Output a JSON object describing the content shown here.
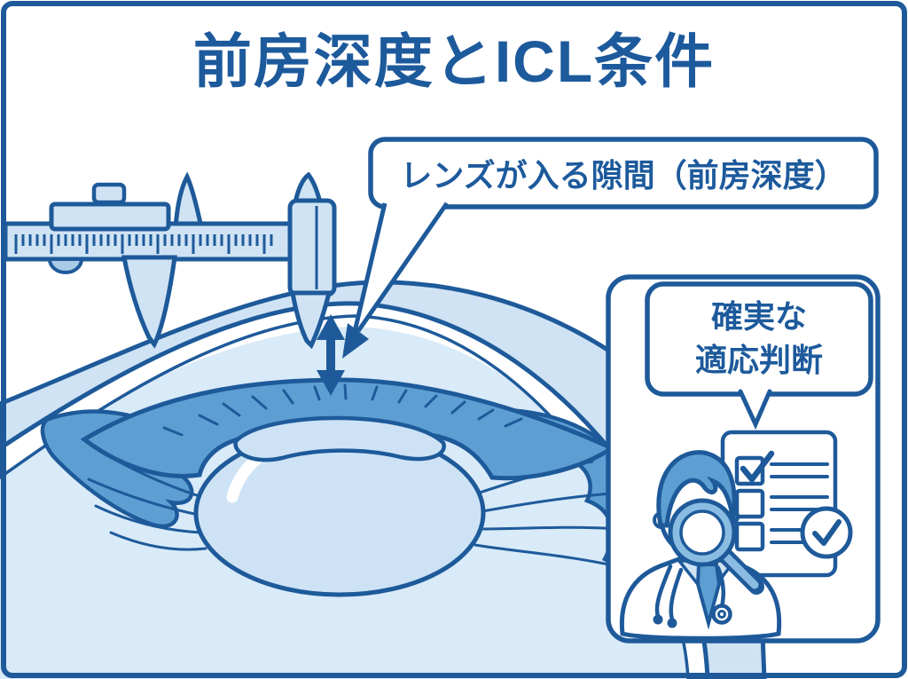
{
  "page": {
    "title": "前房深度とICL条件"
  },
  "callouts": {
    "chamber_label": "レンズが入る隙間（前房深度）",
    "judgment_label_line1": "確実な",
    "judgment_label_line2": "適応判断"
  },
  "colors": {
    "ink": "#1e5a9a",
    "title_text": "#1d5a9c",
    "band_fill": "#cfe3f4",
    "interior_fill": "#d9eaf8",
    "medium_blue": "#5d9fd2",
    "lens_fill": "#cde3f5",
    "shade_blue": "#a9cbe7",
    "glass_blue": "#8abce2",
    "background": "#ffffff"
  },
  "icons": {
    "measurement_tool": "vernier-caliper-icon",
    "depth_indicator": "double-headed-arrow-icon",
    "examiner": "doctor-with-magnifier-icon",
    "evaluation": "checklist-icon",
    "approval": "check-circle-icon"
  }
}
